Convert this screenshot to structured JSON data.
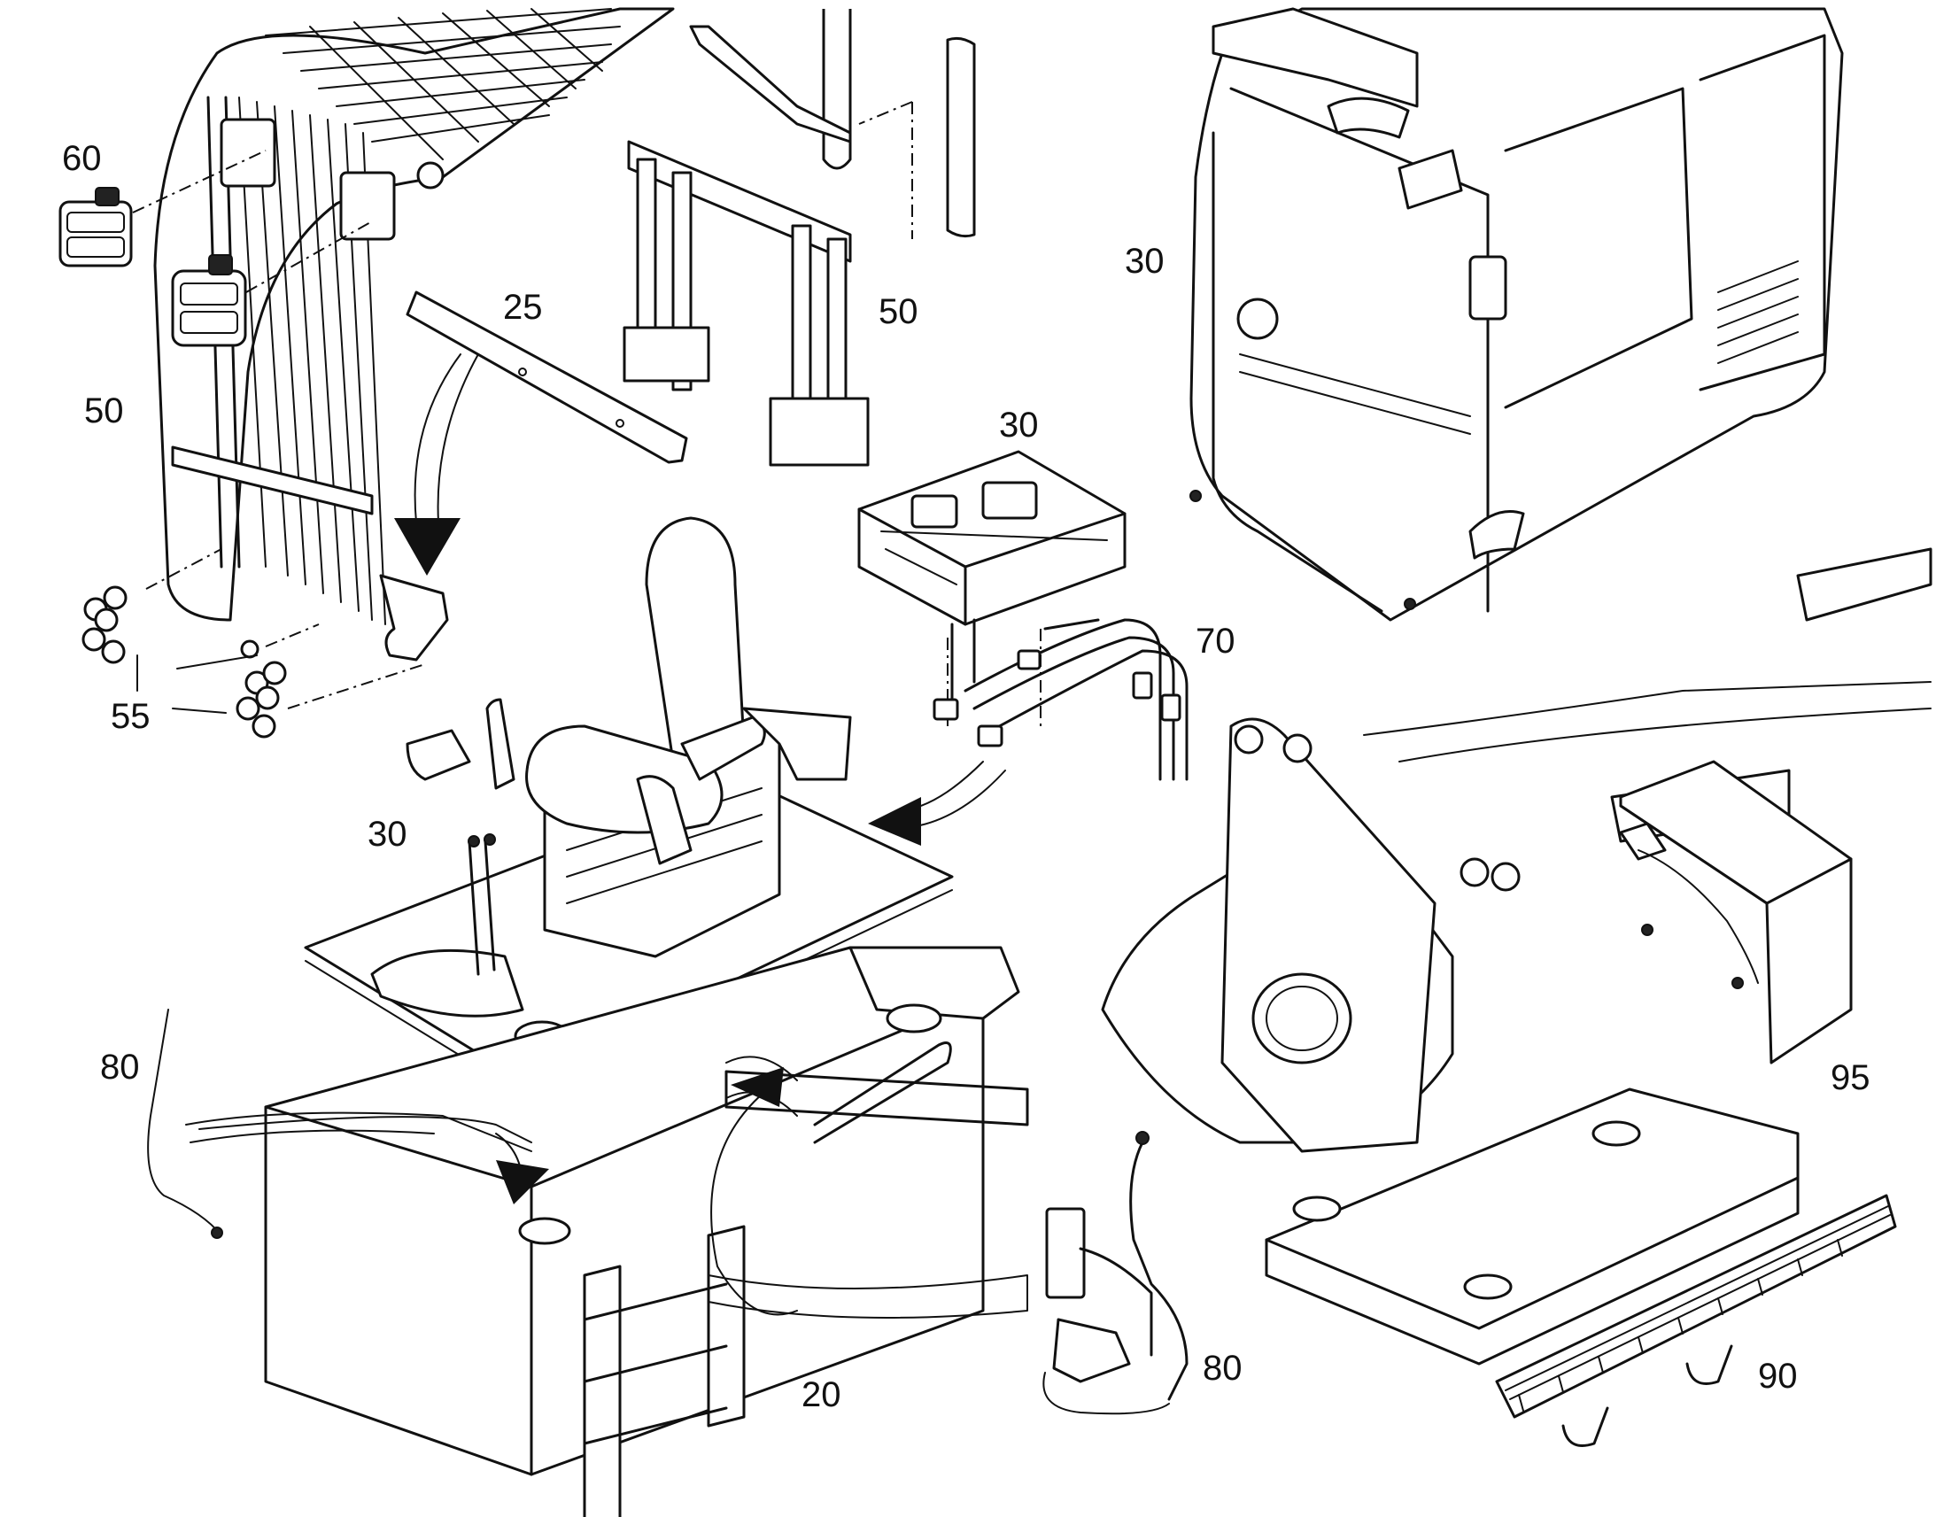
{
  "callouts": {
    "c60": "60",
    "c50_left": "50",
    "c25": "25",
    "c50_top": "50",
    "c30_cab": "30",
    "c30_console": "30",
    "c70": "70",
    "c55": "55",
    "c30_seat": "30",
    "c80_left": "80",
    "c20": "20",
    "c80_right": "80",
    "c95": "95",
    "c90": "90"
  }
}
